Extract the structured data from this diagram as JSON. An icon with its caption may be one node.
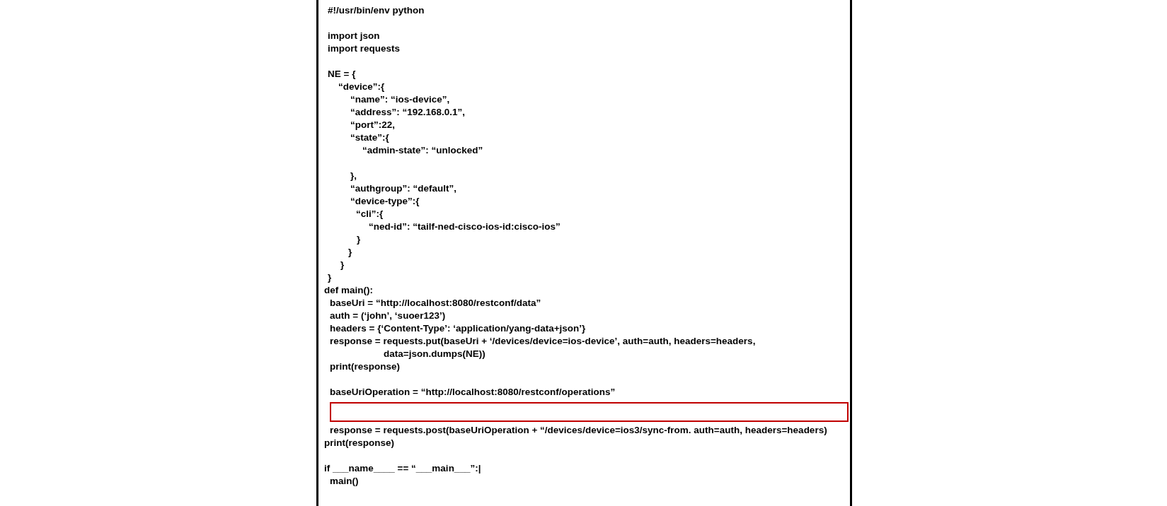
{
  "diagram": {
    "nodes": [
      {
        "text": [],
        "shape": "box"
      }
    ],
    "edges": [],
    "labels": [
      "#!/usr/bin/env python",
      "import json",
      "import requests",
      "NE = {",
      "“device”:{",
      "“name”: “ios-device”,",
      "“address”: “192.168.0.1”,",
      "“port”:22,",
      "“state”:{",
      "“admin-state”: “unlocked”",
      "},",
      "“authgroup”: “default”,",
      "“device-type”:{",
      "“cli”:{",
      "“ned-id”: “tailf-ned-cisco-ios-id:cisco-ios”",
      "}",
      "}",
      "}",
      "}",
      "def main():",
      "baseUri = “http://localhost:8080/restconf/data”",
      "auth = (‘john’, ‘suoer123’)",
      "headers = {‘Content-Type’: ‘application/yang-data+json’}",
      "response = requests.put(baseUri + ‘/devices/device=ios-device’, auth=auth, headers=headers,",
      "data=json.dumps(NE))",
      "print(response)",
      "baseUriOperation = “http://localhost:8080/restconf/operations”",
      "response = requests.post(baseUriOperation + “/devices/device=ios3/sync-from. auth=auth, headers=headers)",
      "print(response)",
      "if ___name____ == “___main___”:|",
      "main()"
    ]
  }
}
